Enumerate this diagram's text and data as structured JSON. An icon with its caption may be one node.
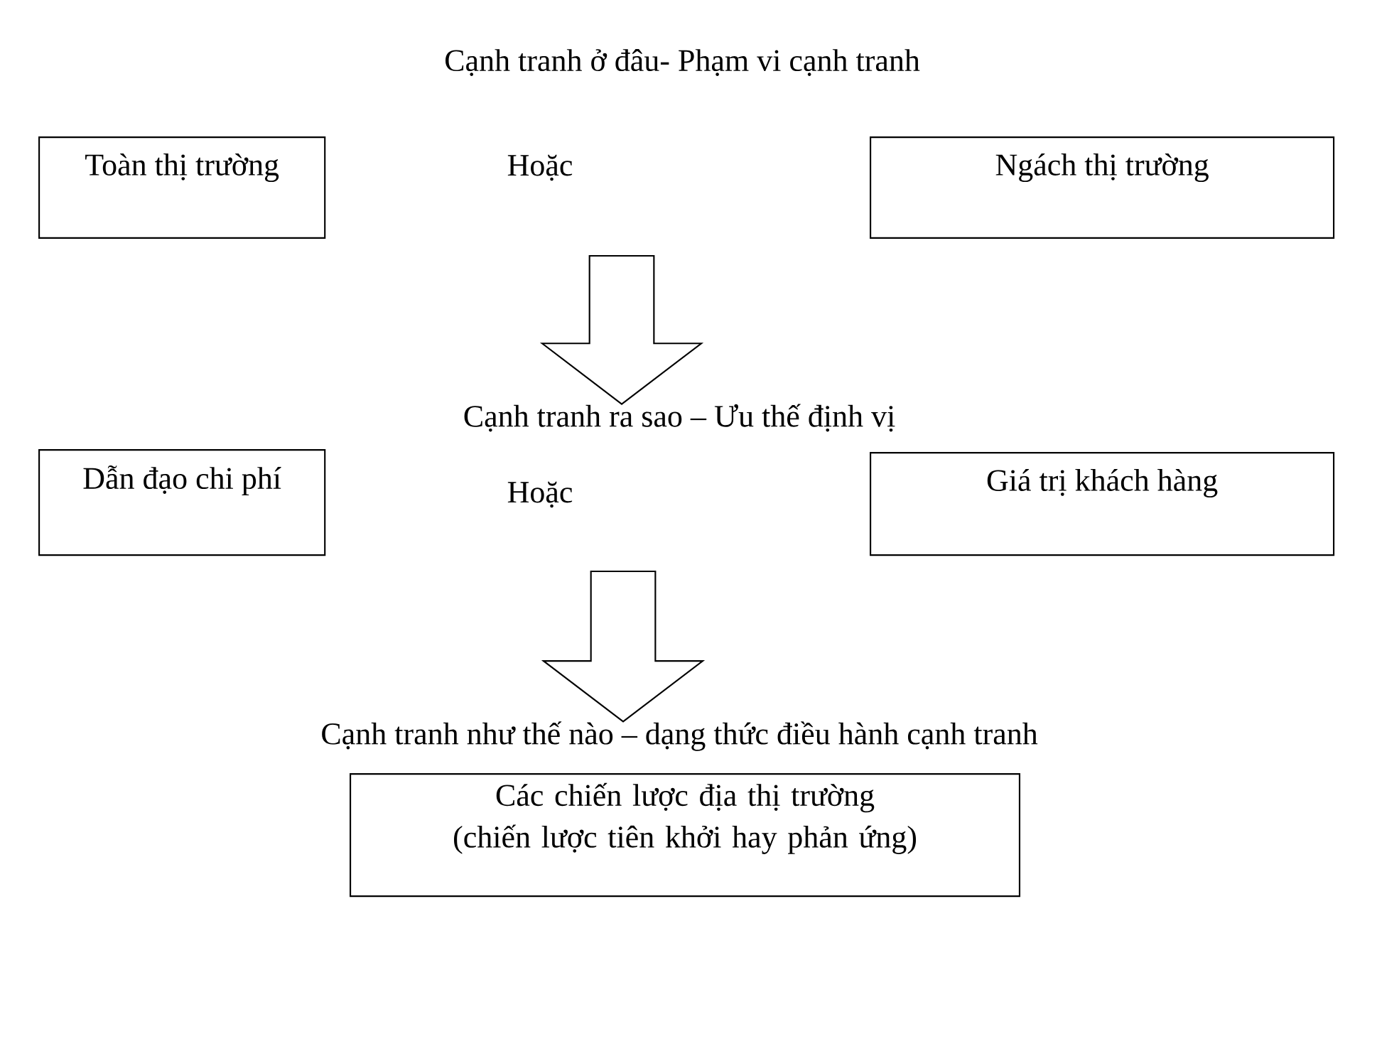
{
  "diagram": {
    "title": "Cạnh tranh ở đâu- Phạm vi cạnh tranh",
    "nodes": [
      {
        "text": [
          "Toàn thị trường"
        ]
      },
      {
        "text": [
          "Ngách thị trường"
        ]
      },
      {
        "text": [
          "Cạnh tranh ra sao – Ưu thế định vị"
        ]
      },
      {
        "text": [
          "Dẫn đạo chi phí"
        ]
      },
      {
        "text": [
          "Giá trị khách hàng"
        ]
      },
      {
        "text": [
          "Cạnh tranh như thế nào – dạng thức điều hành cạnh tranh"
        ]
      },
      {
        "text": [
          "Các chiến lược địa thị trường (chiến lược tiên khởi hay phản ứng)"
        ]
      }
    ],
    "edges": [
      {
        "from": null,
        "to": 2,
        "arrow": "to"
      },
      {
        "from": null,
        "to": 5,
        "arrow": "to"
      }
    ],
    "labels": [
      "Hoặc",
      "Hoặc"
    ]
  }
}
